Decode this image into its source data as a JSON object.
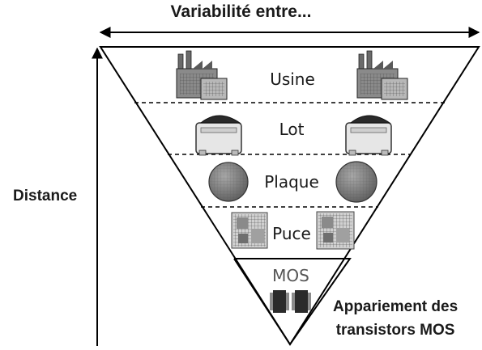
{
  "title": "Variabilité entre...",
  "levels": [
    {
      "label": "Usine",
      "icon": "factory-icon"
    },
    {
      "label": "Lot",
      "icon": "wafer-lot-box-icon"
    },
    {
      "label": "Plaque",
      "icon": "wafer-icon"
    },
    {
      "label": "Puce",
      "icon": "chip-die-icon"
    },
    {
      "label": "MOS",
      "icon": "mos-transistor-pair-icon"
    }
  ],
  "distance_label": "Distance",
  "matching_label": {
    "line1": "Appariement des",
    "line2": "transistors MOS"
  },
  "colors": {
    "line": "#000000",
    "text": "#1a1a1a",
    "wafer": "#7f7f7f",
    "factory": "#5a5a5a",
    "mos_dark": "#2b2b2b"
  }
}
